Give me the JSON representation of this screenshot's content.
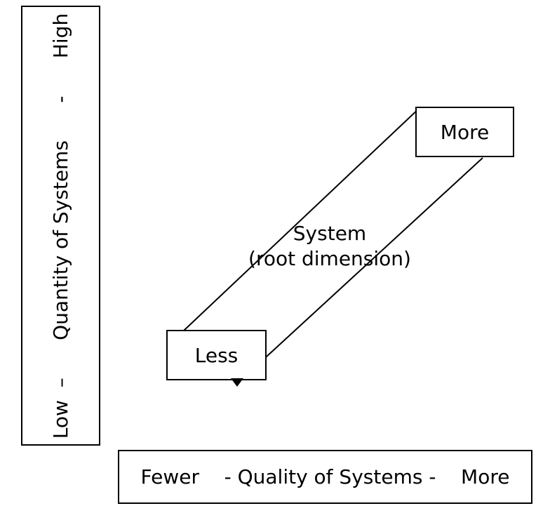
{
  "diagram": {
    "y_axis": {
      "label": "Low  –      Quantity of Systems      -      High"
    },
    "x_axis": {
      "label": "Fewer    - Quality of Systems -    More"
    },
    "nodes": {
      "less": {
        "label": "Less"
      },
      "more": {
        "label": "More"
      }
    },
    "center": {
      "line1": "System",
      "line2": "(root dimension)"
    }
  },
  "colors": {
    "line": "#000000",
    "background": "#ffffff",
    "text": "#000000"
  }
}
